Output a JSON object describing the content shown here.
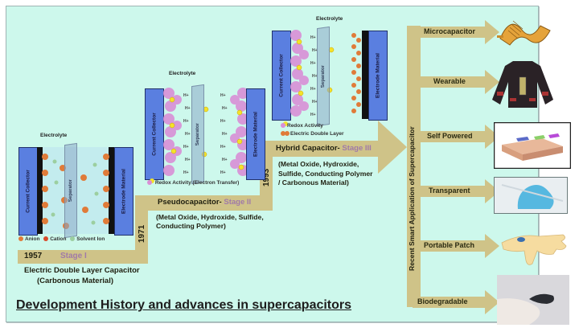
{
  "title": "Development History and advances in supercapacitors",
  "colors": {
    "panel_bg": "#cdf8ec",
    "band": "#cfc388",
    "stage_text": "#a07aa8",
    "collector_blue": "#5a7fe0"
  },
  "stages": [
    {
      "year": "1957",
      "stage": "Stage I",
      "name": "Electric Double Layer Capacitor",
      "material": "(Carbonous Material)",
      "cell": {
        "electrolyte": "Electrolyte",
        "left_electrode": "Current Collector",
        "separator": "Separator",
        "right_electrode": "Electrode Material",
        "legend": [
          "Anion",
          "Cation",
          "Solvent Ion"
        ]
      }
    },
    {
      "year": "1971",
      "stage": "Stage II",
      "name": "Pseudocapacitor-",
      "material_lines": [
        "(Metal Oxide, Hydroxide, Sulfide,",
        "Conducting Polymer)"
      ],
      "cell": {
        "electrolyte": "Electrolyte",
        "left_electrode": "Current Collector",
        "separator": "Separator",
        "right_electrode": "Electrode Material",
        "ion": "H+",
        "legend": [
          "Redox Activity (Electron Transfer)"
        ]
      }
    },
    {
      "year": "1993",
      "stage": "Stage III",
      "name": "Hybrid Capacitor-",
      "material_lines": [
        "(Metal Oxide, Hydroxide,",
        "Sulfide, Conducting Polymer",
        "/ Carbonous Material)"
      ],
      "cell": {
        "electrolyte": "Electrolyte",
        "left_electrode": "Current Collector",
        "separator": "Separator",
        "right_electrode": "Electrode Material",
        "ion": "H+",
        "legend": [
          "Redox Activity",
          "Electric Double Layer"
        ]
      }
    }
  ],
  "applications": {
    "heading": "Recent Smart Application of Supercapacitor",
    "items": [
      {
        "label": "Microcapacitor",
        "icon": "micro-supercapacitor-image"
      },
      {
        "label": "Wearable",
        "icon": "jacket-image"
      },
      {
        "label": "Self Powered",
        "icon": "layered-device-image"
      },
      {
        "label": "Transparent",
        "icon": "transparent-film-image"
      },
      {
        "label": "Portable Patch",
        "icon": "hand-patch-image"
      },
      {
        "label": "Biodegradable",
        "icon": "biodegradable-device-image"
      }
    ]
  }
}
